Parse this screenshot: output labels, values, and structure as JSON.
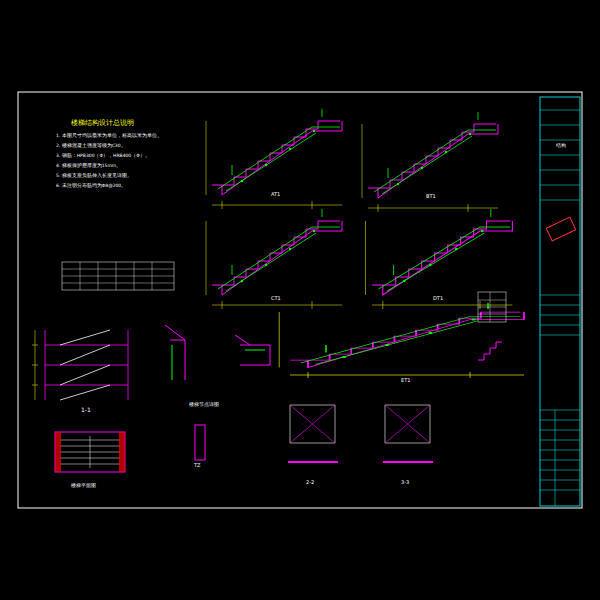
{
  "diagram": {
    "title": "楼梯结构设计总说明",
    "labels": [
      "1. 本图尺寸均以毫米为单位，标高以米为单位。",
      "2. 楼梯混凝土强度等级为C30。",
      "3. 钢筋：HPB300（Φ），HRB400（Φ）。",
      "4. 梯板保护层厚度为15mm。",
      "5. 梯板支座负筋伸入长度见详图。",
      "6. 未注明分布筋均为Φ8@200。",
      "AT1",
      "BT1",
      "CT1",
      "DT1",
      "ET1",
      "1-1",
      "楼梯平面图",
      "楼梯节点详图",
      "2-2",
      "3-3",
      "TZ",
      "结构"
    ]
  }
}
